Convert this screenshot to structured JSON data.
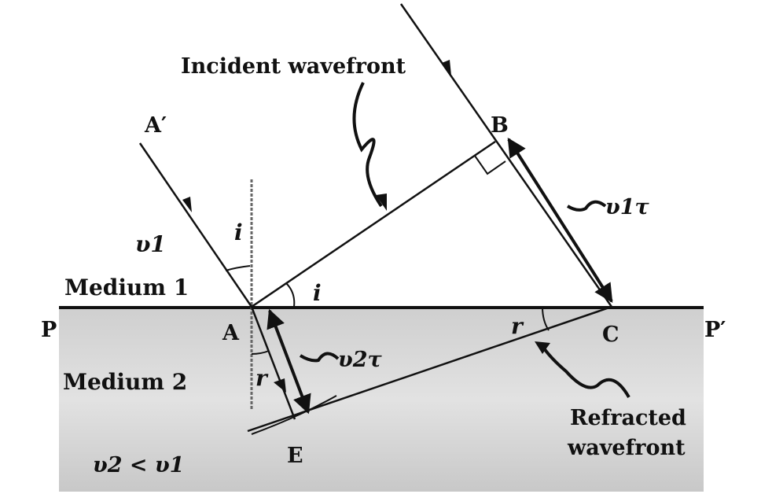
{
  "labels": {
    "incident_wavefront": "Incident wavefront",
    "a_prime": "A′",
    "b": "B",
    "v1": "υ1",
    "i_top": "i",
    "i_surface": "i",
    "medium1": "Medium 1",
    "p": "P",
    "a": "A",
    "c": "C",
    "p_prime": "P′",
    "medium2": "Medium 2",
    "r_left": "r",
    "r_right": "r",
    "v2tau": "υ2τ",
    "v1tau": "υ1τ",
    "refracted_line1": "Refracted",
    "refracted_line2": "wavefront",
    "e": "E",
    "v_relation": "υ2 < υ1"
  },
  "colors": {
    "medium2_fill": "#d4d4d4",
    "line": "#111111"
  }
}
